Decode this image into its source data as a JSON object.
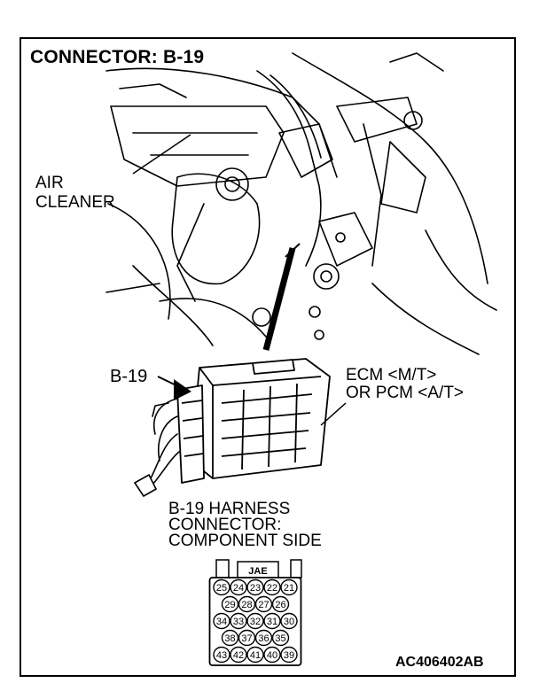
{
  "diagram": {
    "title": "CONNECTOR: B-19",
    "air_cleaner_line1": "AIR",
    "air_cleaner_line2": "CLEANER",
    "connector_callout": "B-19",
    "ecm_line1": "ECM <M/T>",
    "ecm_line2": "OR PCM <A/T>",
    "harness_line1": "B-19 HARNESS",
    "harness_line2": "CONNECTOR:",
    "harness_line3": "COMPONENT SIDE",
    "jae_label": "JAE",
    "pin_rows": [
      [
        "25",
        "24",
        "23",
        "22",
        "21"
      ],
      [
        "29",
        "28",
        "27",
        "26"
      ],
      [
        "34",
        "33",
        "32",
        "31",
        "30"
      ],
      [
        "38",
        "37",
        "36",
        "35"
      ],
      [
        "43",
        "42",
        "41",
        "40",
        "39"
      ]
    ],
    "figure_code": "AC406402AB"
  }
}
